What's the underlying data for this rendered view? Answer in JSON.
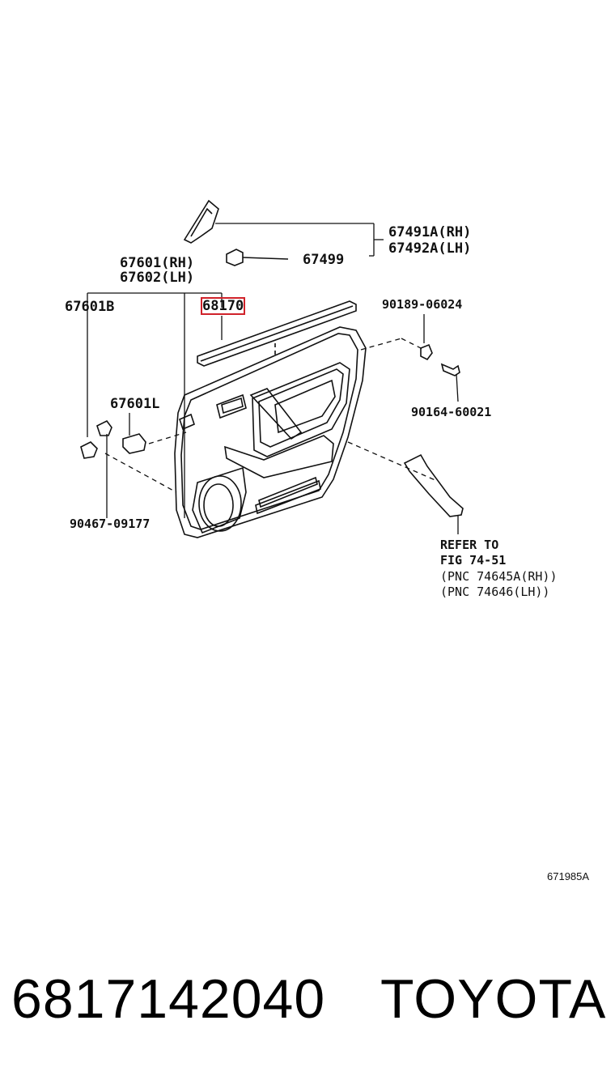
{
  "callouts": {
    "c67491a": "67491A(RH)",
    "c67492a": "67492A(LH)",
    "c67499": "67499",
    "c67601": "67601(RH)",
    "c67602": "67602(LH)",
    "c67601b": "67601B",
    "c68170": "68170",
    "c90189": "90189-06024",
    "c67601l": "67601L",
    "c90164": "90164-60021",
    "c90467": "90467-09177"
  },
  "refer": {
    "line1": "REFER TO",
    "line2": "FIG 74-51",
    "line3": "(PNC 74645A(RH))",
    "line4": "(PNC 74646(LH))"
  },
  "figure_number": "671985A",
  "part_number": "6817142040",
  "brand": "TOYOTA",
  "highlight_color": "#d0222a"
}
